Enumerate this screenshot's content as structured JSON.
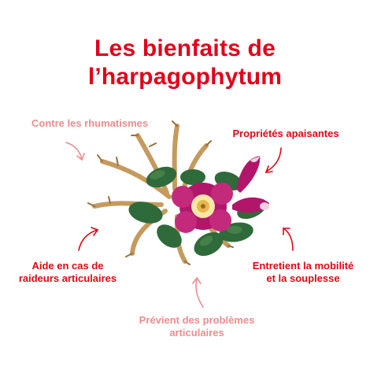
{
  "title": {
    "line1": "Les bienfaits de",
    "line2": "l’harpagophytum"
  },
  "benefits": {
    "rhumatismes": "Contre les rhumatismes",
    "apaisantes": "Propriétés apaisantes",
    "raideurs_line1": "Aide en cas de",
    "raideurs_line2": "raideurs articulaires",
    "mobilite_line1": "Entretient la mobilité",
    "mobilite_line2": "et la souplesse",
    "problemes_line1": "Prévient des problèmes",
    "problemes_line2": "articulaires"
  },
  "colors": {
    "title_red": "#e2001a",
    "label_red": "#e30613",
    "label_pink": "#f08c8e",
    "leaf_green": "#2f6a3a",
    "claw_tan": "#c59a5d",
    "flower_pink": "#b1166a"
  }
}
